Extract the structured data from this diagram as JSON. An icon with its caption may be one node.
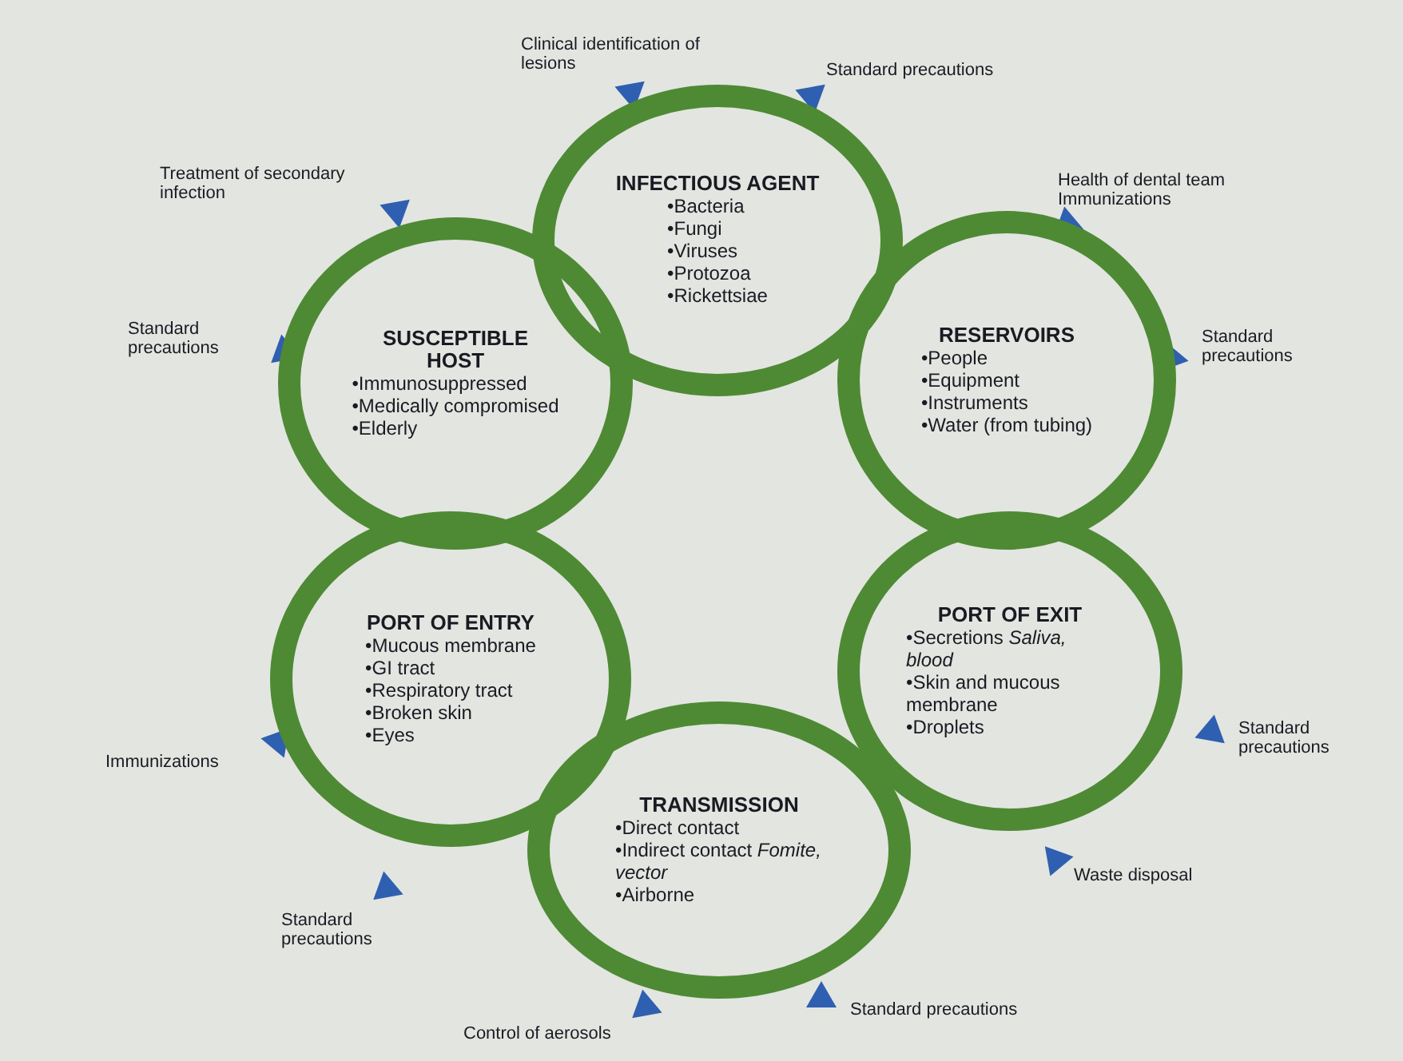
{
  "diagram": {
    "nodes": [
      {
        "text": [
          "INFECTIOUS AGENT",
          "•Bacteria",
          "•Fungi",
          "•Viruses",
          "•Protozoa",
          "•Rickettsiae"
        ]
      },
      {
        "text": [
          "SUSCEPTIBLE HOST",
          "•Immunosuppressed",
          "•Medically compromised",
          "•Elderly"
        ]
      },
      {
        "text": [
          "RESERVOIRS",
          "•People",
          "•Equipment",
          "•Instruments",
          "•Water (from tubing)"
        ]
      },
      {
        "text": [
          "PORT OF ENTRY",
          "•Mucous membrane",
          "•GI tract",
          "•Respiratory tract",
          "•Broken skin",
          "•Eyes"
        ]
      },
      {
        "text": [
          "PORT OF EXIT",
          "•Secretions *Saliva, blood*",
          "•Skin and mucous membrane",
          "•Droplets"
        ]
      },
      {
        "text": [
          "TRANSMISSION",
          "•Direct contact",
          "•Indirect contact *Fomite, vector*",
          "•Airborne"
        ]
      }
    ],
    "labels": [
      "Clinical identification of lesions",
      "Standard precautions",
      "Treatment of secondary infection",
      "Health of dental team Immunizations",
      "Standard precautions",
      "Standard precautions",
      "Standard precautions",
      "Immunizations",
      "Waste disposal",
      "Standard precautions",
      "Standard precautions",
      "Control of aerosols"
    ]
  }
}
